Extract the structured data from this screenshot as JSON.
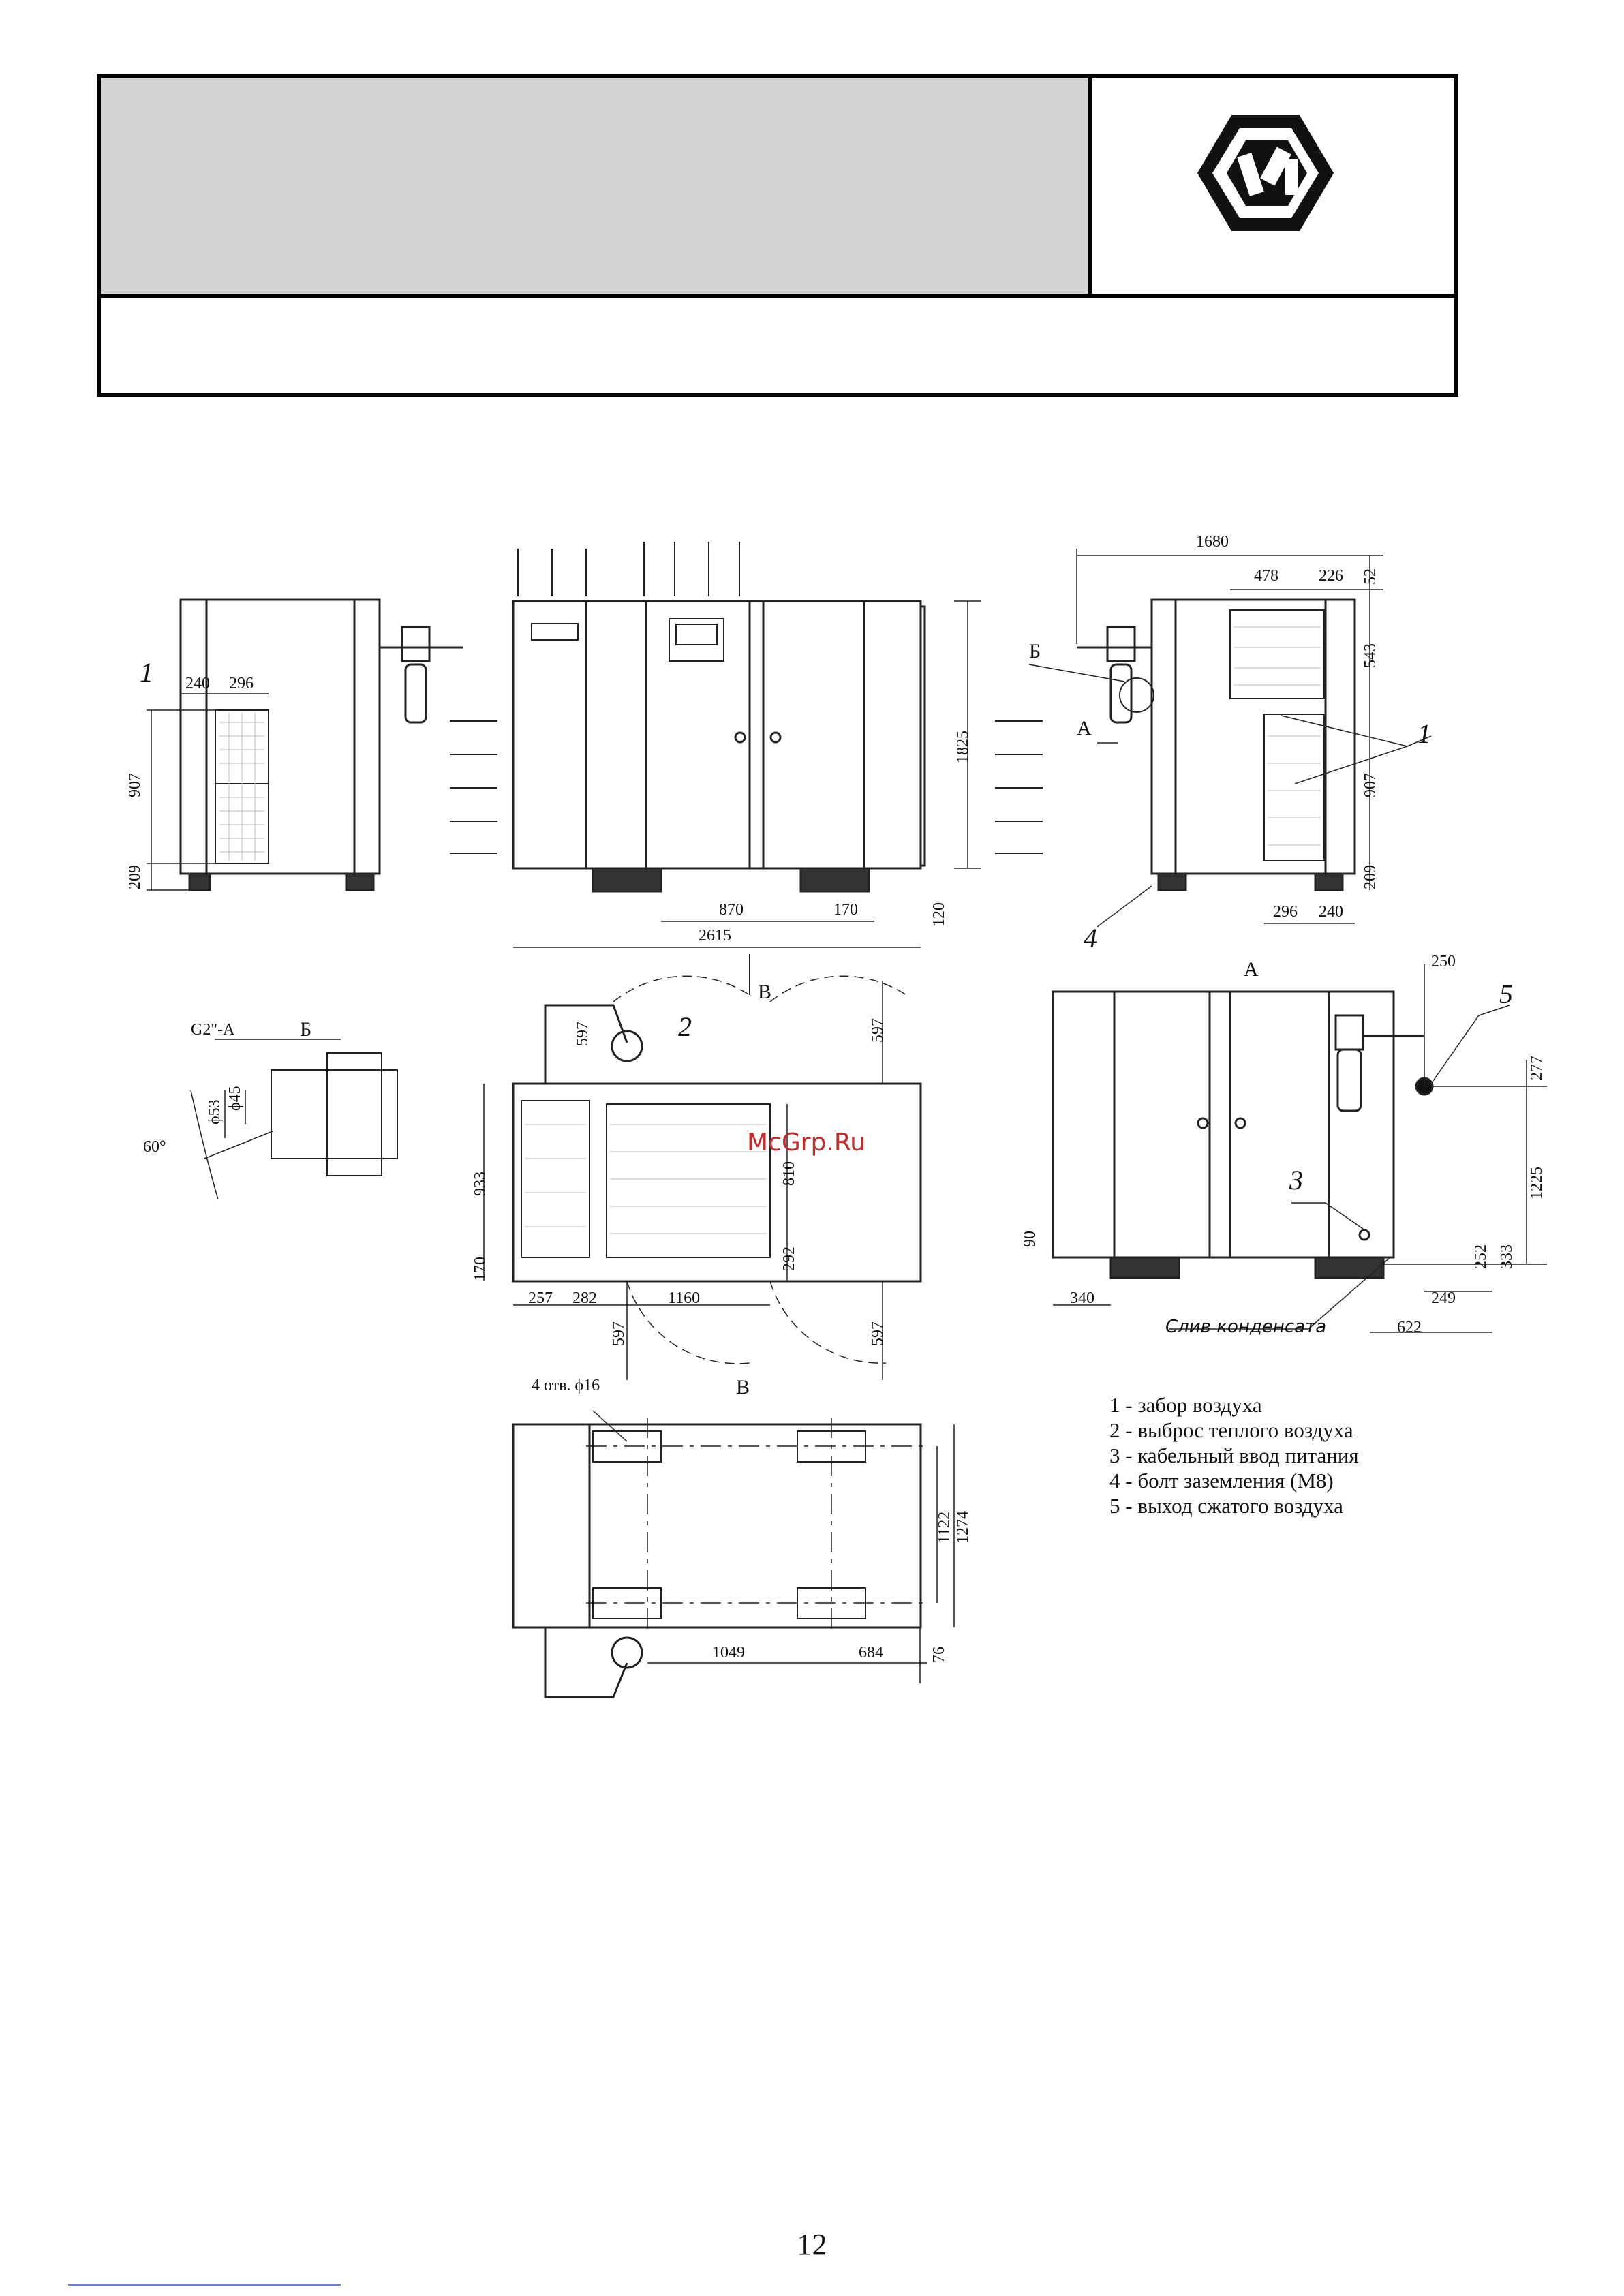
{
  "page_number": "12",
  "watermark": "McGrp.Ru",
  "legend": [
    "1 - забор воздуха",
    "2 - выброс теплого воздуха",
    "3 - кабельный ввод питания",
    "4 - болт заземления (M8)",
    "5 - выход сжатого воздуха"
  ],
  "view_labels": {
    "a": "А",
    "b": "Б",
    "v": "В",
    "arrow_a": "А",
    "arrow_v": "В"
  },
  "callouts": {
    "c1": "1",
    "c2": "2",
    "c3": "3",
    "c4": "4",
    "c5": "5"
  },
  "notes": {
    "thread": "G2\"-A",
    "angle": "60°",
    "d53": "ϕ53",
    "d45": "ϕ45",
    "holes": "4 отв. ϕ16",
    "condensate": "Слив конденсата"
  },
  "dimensions": {
    "left_240": "240",
    "left_296": "296",
    "left_907": "907",
    "left_209": "209",
    "front_1825": "1825",
    "front_870": "870",
    "front_170": "170",
    "front_120": "120",
    "front_2615": "2615",
    "right_1680": "1680",
    "right_478": "478",
    "right_226": "226",
    "right_52": "52",
    "right_543": "543",
    "right_907": "907",
    "right_209": "209",
    "right_296": "296",
    "right_240": "240",
    "top_597a": "597",
    "top_597b": "597",
    "top_597c": "597",
    "top_597d": "597",
    "top_933": "933",
    "top_170": "170",
    "top_257": "257",
    "top_282": "282",
    "top_1160": "1160",
    "top_810": "810",
    "top_292": "292",
    "a_250": "250",
    "a_277": "277",
    "a_1225": "1225",
    "a_90": "90",
    "a_340": "340",
    "a_252": "252",
    "a_333": "333",
    "a_249": "249",
    "a_622": "622",
    "v_1122": "1122",
    "v_1274": "1274",
    "v_1049": "1049",
    "v_684": "684",
    "v_76": "76"
  }
}
